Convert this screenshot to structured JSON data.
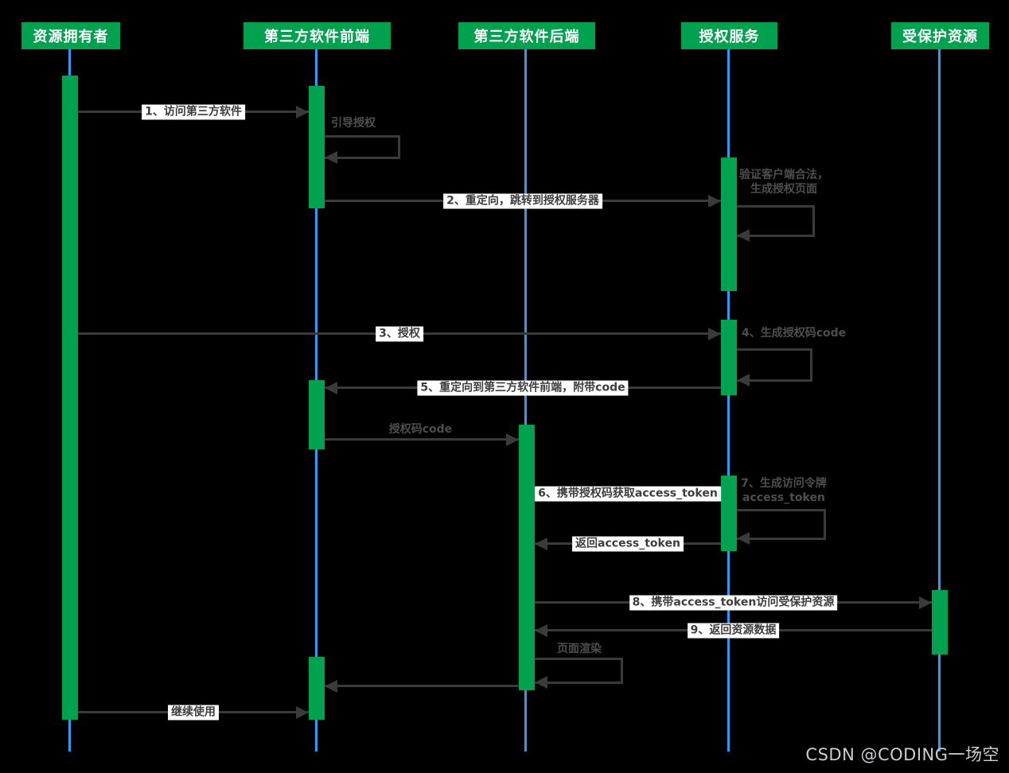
{
  "diagram": {
    "type": "sequence-diagram",
    "topic": "OAuth2 authorization code flow",
    "actors": [
      {
        "label": "资源拥有者"
      },
      {
        "label": "第三方软件前端"
      },
      {
        "label": "第三方软件后端"
      },
      {
        "label": "授权服务"
      },
      {
        "label": "受保护资源"
      }
    ],
    "messages": [
      {
        "label": "1、访问第三方软件",
        "from": "资源拥有者",
        "to": "第三方软件前端",
        "type": "arrow"
      },
      {
        "label": "引导授权",
        "actor": "第三方软件前端",
        "type": "self"
      },
      {
        "label": "2、重定向，跳转到授权服务器",
        "from": "第三方软件前端",
        "to": "授权服务",
        "type": "arrow"
      },
      {
        "label": "验证客户端合法，\n生成授权页面",
        "actor": "授权服务",
        "type": "self"
      },
      {
        "label": "3、授权",
        "from": "资源拥有者",
        "to": "授权服务",
        "type": "arrow"
      },
      {
        "label": "4、生成授权码code",
        "actor": "授权服务",
        "type": "self"
      },
      {
        "label": "5、重定向到第三方软件前端，附带code",
        "from": "授权服务",
        "to": "第三方软件前端",
        "type": "arrow"
      },
      {
        "label": "授权码code",
        "from": "第三方软件前端",
        "to": "第三方软件后端",
        "type": "arrow"
      },
      {
        "label": "6、携带授权码获取access_token",
        "from": "第三方软件后端",
        "to": "授权服务",
        "type": "arrow"
      },
      {
        "label": "7、生成访问令牌\naccess_token",
        "actor": "授权服务",
        "type": "self"
      },
      {
        "label": "返回access_token",
        "from": "授权服务",
        "to": "第三方软件后端",
        "type": "arrow"
      },
      {
        "label": "8、携带access_token访问受保护资源",
        "from": "第三方软件后端",
        "to": "受保护资源",
        "type": "arrow"
      },
      {
        "label": "9、返回资源数据",
        "from": "受保护资源",
        "to": "第三方软件后端",
        "type": "arrow"
      },
      {
        "label": "页面渲染",
        "actor": "第三方软件后端",
        "type": "self"
      },
      {
        "label": "",
        "from": "第三方软件后端",
        "to": "第三方软件前端",
        "type": "arrow"
      },
      {
        "label": "继续使用",
        "from": "资源拥有者",
        "to": "第三方软件前端",
        "type": "arrow"
      }
    ],
    "watermark": "CSDN @CODING一场空",
    "colors": {
      "background": "#000000",
      "actor_green": "#00A14F",
      "lifeline_blue": "#2E9BF7",
      "arrow_gray": "#3A3A3A",
      "label_bg": "#FFFFFF",
      "label_text": "#3D3D3D",
      "self_label_text": "#4E4E4E",
      "watermark_text": "#C9CDD4"
    }
  }
}
